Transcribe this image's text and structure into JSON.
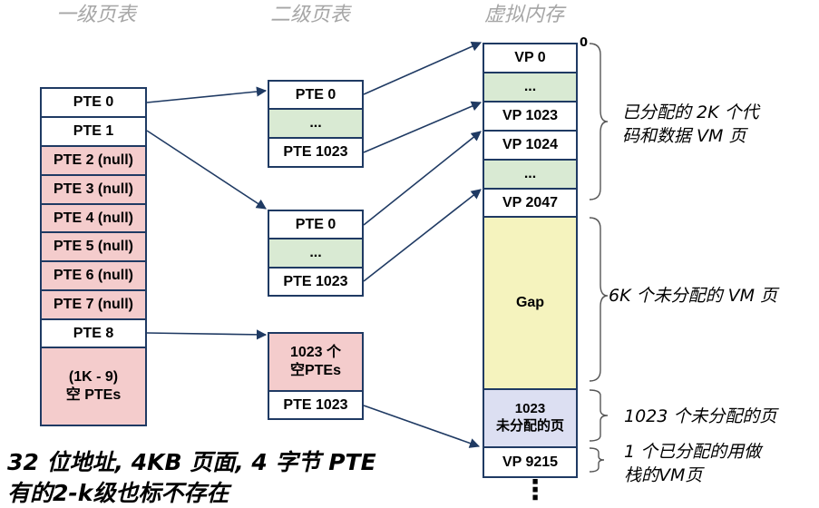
{
  "headers": {
    "level1": "一级页表",
    "level2": "二级页表",
    "vm": "虚拟内存"
  },
  "level1_table": {
    "entries": [
      {
        "label": "PTE 0",
        "color": "#ffffff"
      },
      {
        "label": "PTE 1",
        "color": "#ffffff"
      },
      {
        "label": "PTE 2 (null)",
        "color": "#f4cccc"
      },
      {
        "label": "PTE 3 (null)",
        "color": "#f4cccc"
      },
      {
        "label": "PTE 4 (null)",
        "color": "#f4cccc"
      },
      {
        "label": "PTE 5 (null)",
        "color": "#f4cccc"
      },
      {
        "label": "PTE 6 (null)",
        "color": "#f4cccc"
      },
      {
        "label": "PTE 7 (null)",
        "color": "#f4cccc"
      },
      {
        "label": "PTE 8",
        "color": "#ffffff"
      },
      {
        "label": "(1K - 9)\n空 PTEs",
        "color": "#f4cccc"
      }
    ]
  },
  "level2_tables": [
    {
      "entries": [
        {
          "label": "PTE 0",
          "color": "#ffffff"
        },
        {
          "label": "...",
          "color": "#d9ead3"
        },
        {
          "label": "PTE 1023",
          "color": "#ffffff"
        }
      ]
    },
    {
      "entries": [
        {
          "label": "PTE 0",
          "color": "#ffffff"
        },
        {
          "label": "...",
          "color": "#d9ead3"
        },
        {
          "label": "PTE 1023",
          "color": "#ffffff"
        }
      ]
    },
    {
      "entries": [
        {
          "label": "1023 个\n空PTEs",
          "color": "#f4cccc"
        },
        {
          "label": "PTE 1023",
          "color": "#ffffff"
        }
      ]
    }
  ],
  "vm": {
    "zero_label": "0",
    "entries": [
      {
        "label": "VP 0",
        "color": "#ffffff"
      },
      {
        "label": "...",
        "color": "#d9ead3"
      },
      {
        "label": "VP 1023",
        "color": "#ffffff"
      },
      {
        "label": "VP 1024",
        "color": "#ffffff"
      },
      {
        "label": "...",
        "color": "#d9ead3"
      },
      {
        "label": "VP 2047",
        "color": "#ffffff"
      },
      {
        "label": "Gap",
        "color": "#f5f3be"
      },
      {
        "label": "1023\n未分配的页",
        "color": "#dcdff2"
      },
      {
        "label": "VP 9215",
        "color": "#ffffff"
      }
    ],
    "continuation": "⋮"
  },
  "annotations": {
    "allocated_code_data": "已分配的 2K 个代\n码和数据 VM 页",
    "gap_unallocated": "6K 个未分配的 VM 页",
    "unallocated_pages": "1023 个未分配的页",
    "stack_page": "1 个已分配的用做\n栈的VM页"
  },
  "footer": {
    "line1": "32 位地址, 4KB 页面, 4 字节 PTE",
    "line2": "有的2-k级也标不存在"
  },
  "colors": {
    "border": "#1f3a63",
    "arrow": "#1f3a63",
    "header_gray": "#a6a6a6"
  }
}
